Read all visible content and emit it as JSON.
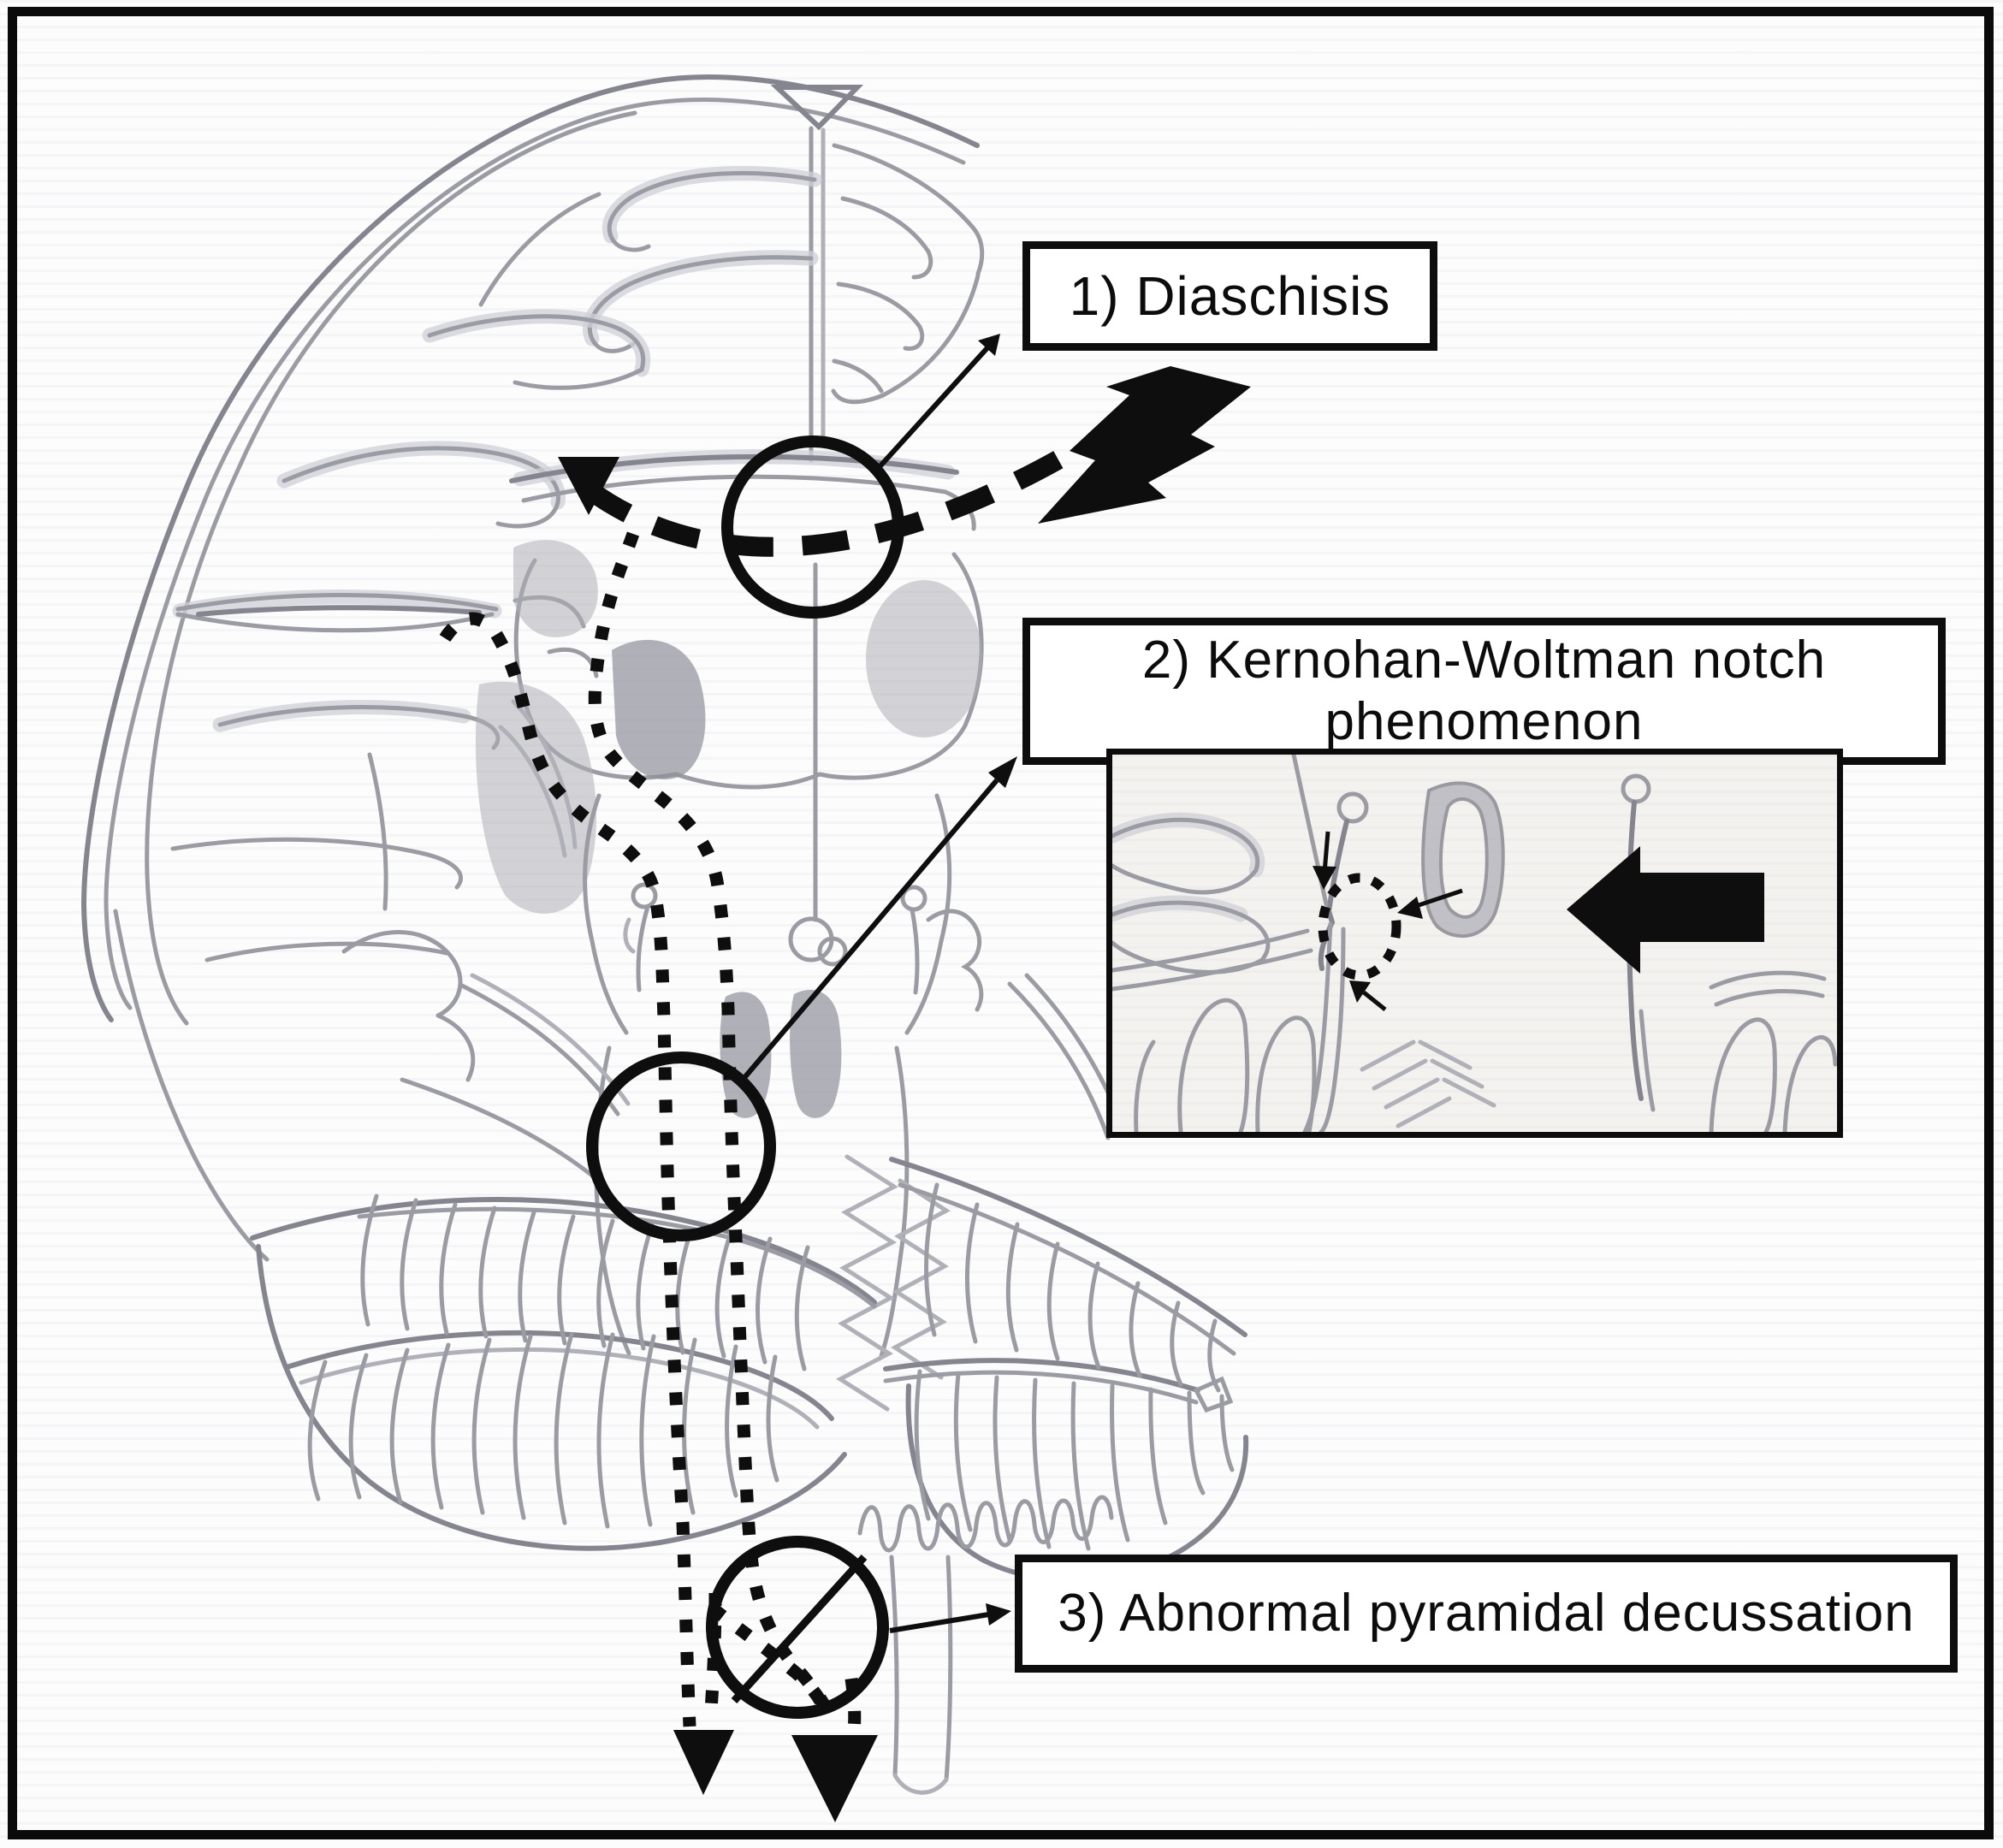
{
  "figure": {
    "kind": "hand-drawn coronal brain diagram with annotations",
    "labels": [
      {
        "id": "1",
        "text": "1) Diaschisis"
      },
      {
        "id": "2",
        "text": "2) Kernohan-Woltman notch phenomenon",
        "line1": "2) Kernohan-Woltman notch",
        "line2": "phenomenon"
      },
      {
        "id": "3",
        "text": "3) Abnormal pyramidal decussation"
      }
    ],
    "icons": [
      {
        "name": "lightning-bolt-icon"
      },
      {
        "name": "dashed-curved-arrow-icon"
      },
      {
        "name": "block-arrow-left-icon"
      },
      {
        "name": "highlight-circle-icon"
      },
      {
        "name": "dotted-tract-arrow-icon"
      },
      {
        "name": "crossed-circle-icon"
      }
    ],
    "colors": {
      "ink": "#0e0e0e",
      "pencil": "#85858f",
      "paper": "#fcfcfd",
      "inset_paper": "#f3f2ef",
      "border": "#0a0a0a"
    }
  }
}
